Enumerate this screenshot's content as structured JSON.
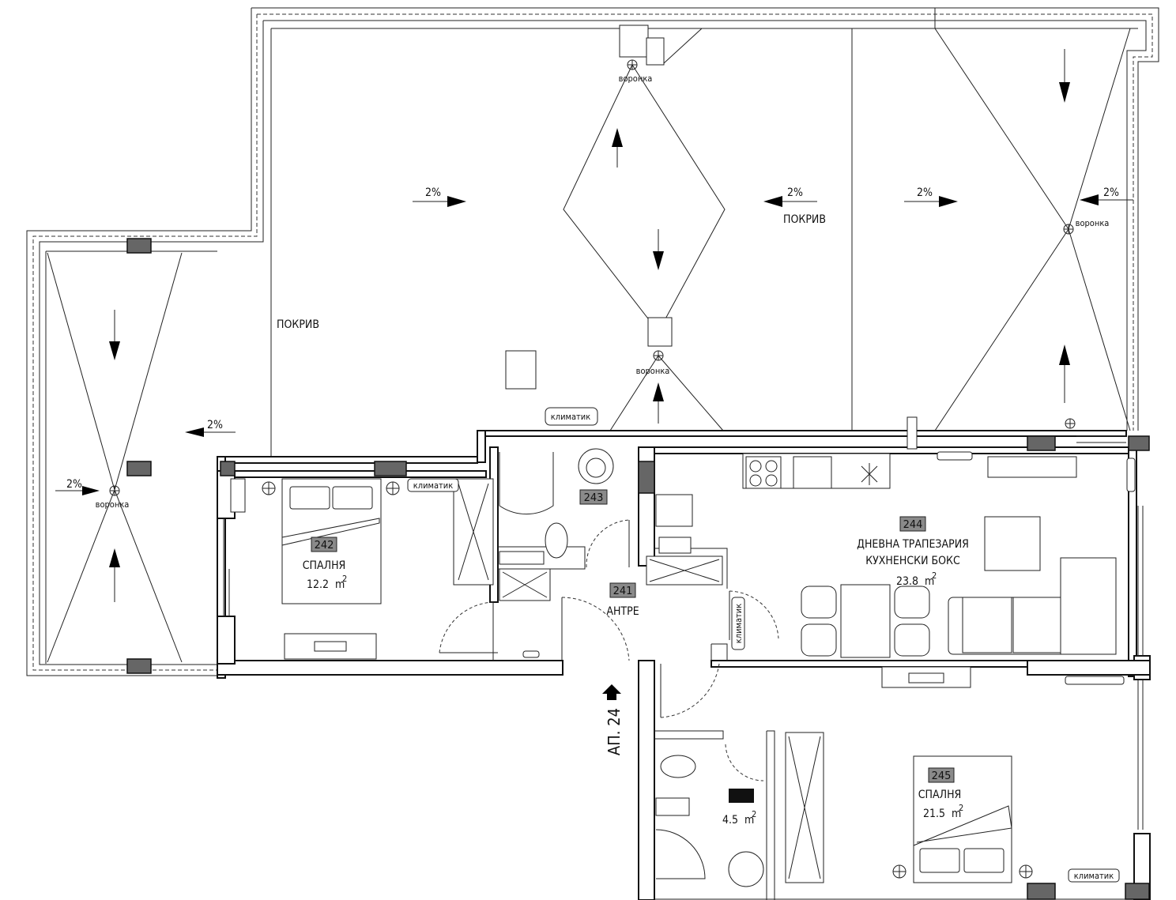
{
  "plan": {
    "apartment_label": "АП. 24",
    "rooms": [
      {
        "id": "241",
        "name": "АНТРЕ",
        "area": ""
      },
      {
        "id": "242",
        "name": "СПАЛНЯ",
        "area": "12.2"
      },
      {
        "id": "243",
        "name": "",
        "area": ""
      },
      {
        "id": "244",
        "name": "ДНЕВНА ТРАПЕЗАРИЯ",
        "name2": "КУХНЕНСКИ БОКС",
        "area": "23.8"
      },
      {
        "id": "245",
        "name": "СПАЛНЯ",
        "area": "21.5"
      },
      {
        "id": "",
        "name": "",
        "area": "4.5"
      }
    ],
    "area_unit": "m",
    "area_unit_sup": "2",
    "roof_label": "ПОКРИВ",
    "slope_label": "2%",
    "drain_label": "воронка",
    "ac_label": "климатик"
  }
}
